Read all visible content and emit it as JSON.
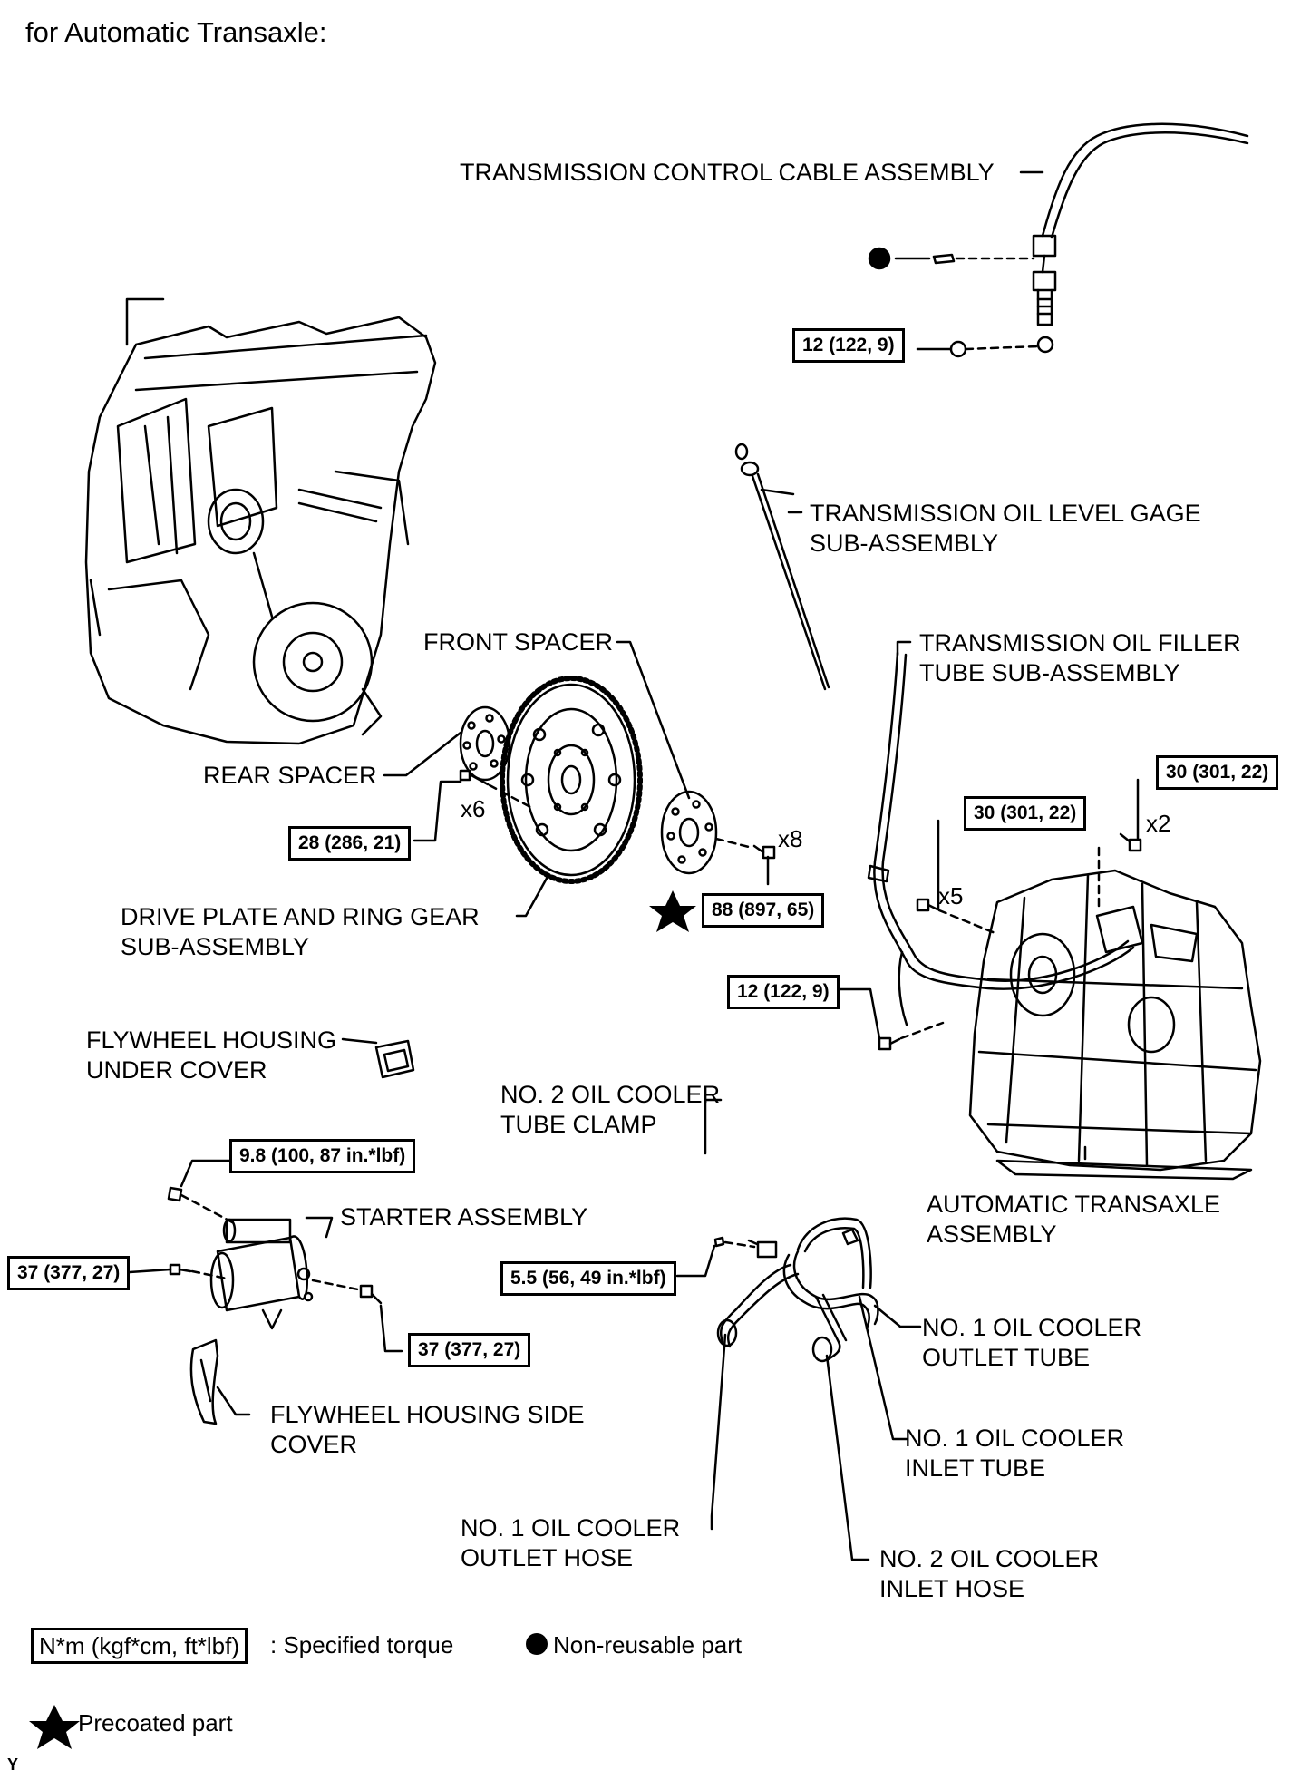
{
  "heading": "for Automatic Transaxle:",
  "labels": {
    "control_cable_l1": "TRANSMISSION CONTROL CABLE ASSEMBLY",
    "level_gage_l1": "TRANSMISSION OIL LEVEL GAGE",
    "level_gage_l2": "SUB-ASSEMBLY",
    "filler_tube_l1": "TRANSMISSION OIL FILLER",
    "filler_tube_l2": "TUBE SUB-ASSEMBLY",
    "front_spacer": "FRONT SPACER",
    "rear_spacer": "REAR SPACER",
    "drive_plate_l1": "DRIVE PLATE AND RING GEAR",
    "drive_plate_l2": "SUB-ASSEMBLY",
    "fw_under_l1": "FLYWHEEL HOUSING",
    "fw_under_l2": "UNDER COVER",
    "clamp_l1": "NO. 2 OIL COOLER",
    "clamp_l2": "TUBE CLAMP",
    "transaxle_l1": "AUTOMATIC TRANSAXLE",
    "transaxle_l2": "ASSEMBLY",
    "starter": "STARTER ASSEMBLY",
    "outlet_tube_l1": "NO. 1 OIL COOLER",
    "outlet_tube_l2": "OUTLET TUBE",
    "fw_side_l1": "FLYWHEEL HOUSING SIDE",
    "fw_side_l2": "COVER",
    "inlet_tube_l1": "NO. 1 OIL COOLER",
    "inlet_tube_l2": "INLET TUBE",
    "outlet_hose_l1": "NO. 1 OIL COOLER",
    "outlet_hose_l2": "OUTLET HOSE",
    "inlet_hose_l1": "NO. 2 OIL COOLER",
    "inlet_hose_l2": "INLET HOSE"
  },
  "torques": {
    "cable_nut": "12 (122, 9)",
    "rear_bolts": "28 (286, 21)",
    "drive_plate_bolts": "88 (897, 65)",
    "transaxle_upper": "30 (301, 22)",
    "transaxle_side": "30 (301, 22)",
    "transaxle_lower": "12 (122, 9)",
    "starter_nut": "9.8 (100, 87 in.*lbf)",
    "starter_bolt_left": "37 (377, 27)",
    "starter_bolt_right": "37 (377, 27)",
    "clamp_bolt": "5.5 (56, 49 in.*lbf)"
  },
  "quantities": {
    "rear": "x6",
    "drive_plate": "x8",
    "upper": "x2",
    "side": "x5"
  },
  "legend": {
    "torque_box": "N*m (kgf*cm, ft*lbf)",
    "torque_text": ": Specified torque",
    "nonreusable_text": "Non-reusable part",
    "precoated_text": "Precoated part"
  },
  "corner_mark": "Y"
}
